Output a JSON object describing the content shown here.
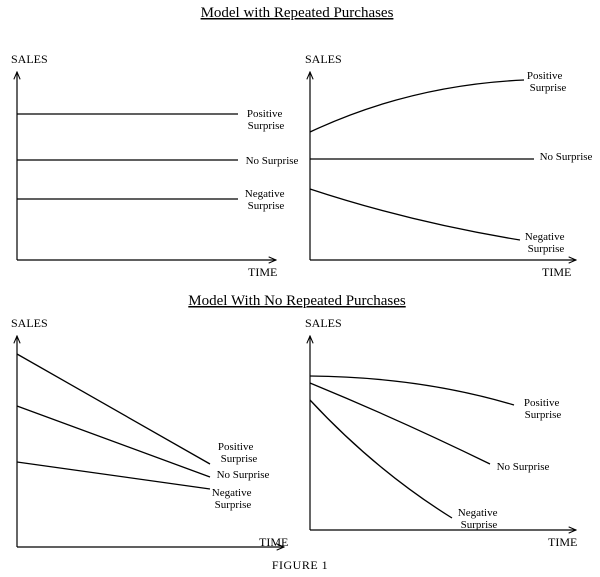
{
  "sections": [
    {
      "title": "Model with Repeated Purchases"
    },
    {
      "title": "Model With No Repeated Purchases"
    }
  ],
  "panels": [
    {
      "y_label": "SALES",
      "x_label": "TIME",
      "curves": [
        {
          "label": [
            "Positive",
            "Surprise"
          ]
        },
        {
          "label": [
            "No Surprise"
          ]
        },
        {
          "label": [
            "Negative",
            "Surprise"
          ]
        }
      ]
    },
    {
      "y_label": "SALES",
      "x_label": "TIME",
      "curves": [
        {
          "label": [
            "Positive",
            "Surprise"
          ]
        },
        {
          "label": [
            "No Surprise"
          ]
        },
        {
          "label": [
            "Negative",
            "Surprise"
          ]
        }
      ]
    },
    {
      "y_label": "SALES",
      "x_label": "TIME",
      "curves": [
        {
          "label": [
            "Positive",
            "Surprise"
          ]
        },
        {
          "label": [
            "No Surprise"
          ]
        },
        {
          "label": [
            "Negative",
            "Surprise"
          ]
        }
      ]
    },
    {
      "y_label": "SALES",
      "x_label": "TIME",
      "curves": [
        {
          "label": [
            "Positive",
            "Surprise"
          ]
        },
        {
          "label": [
            "No Surprise"
          ]
        },
        {
          "label": [
            "Negative",
            "Surprise"
          ]
        }
      ]
    }
  ],
  "caption": "FIGURE 1"
}
